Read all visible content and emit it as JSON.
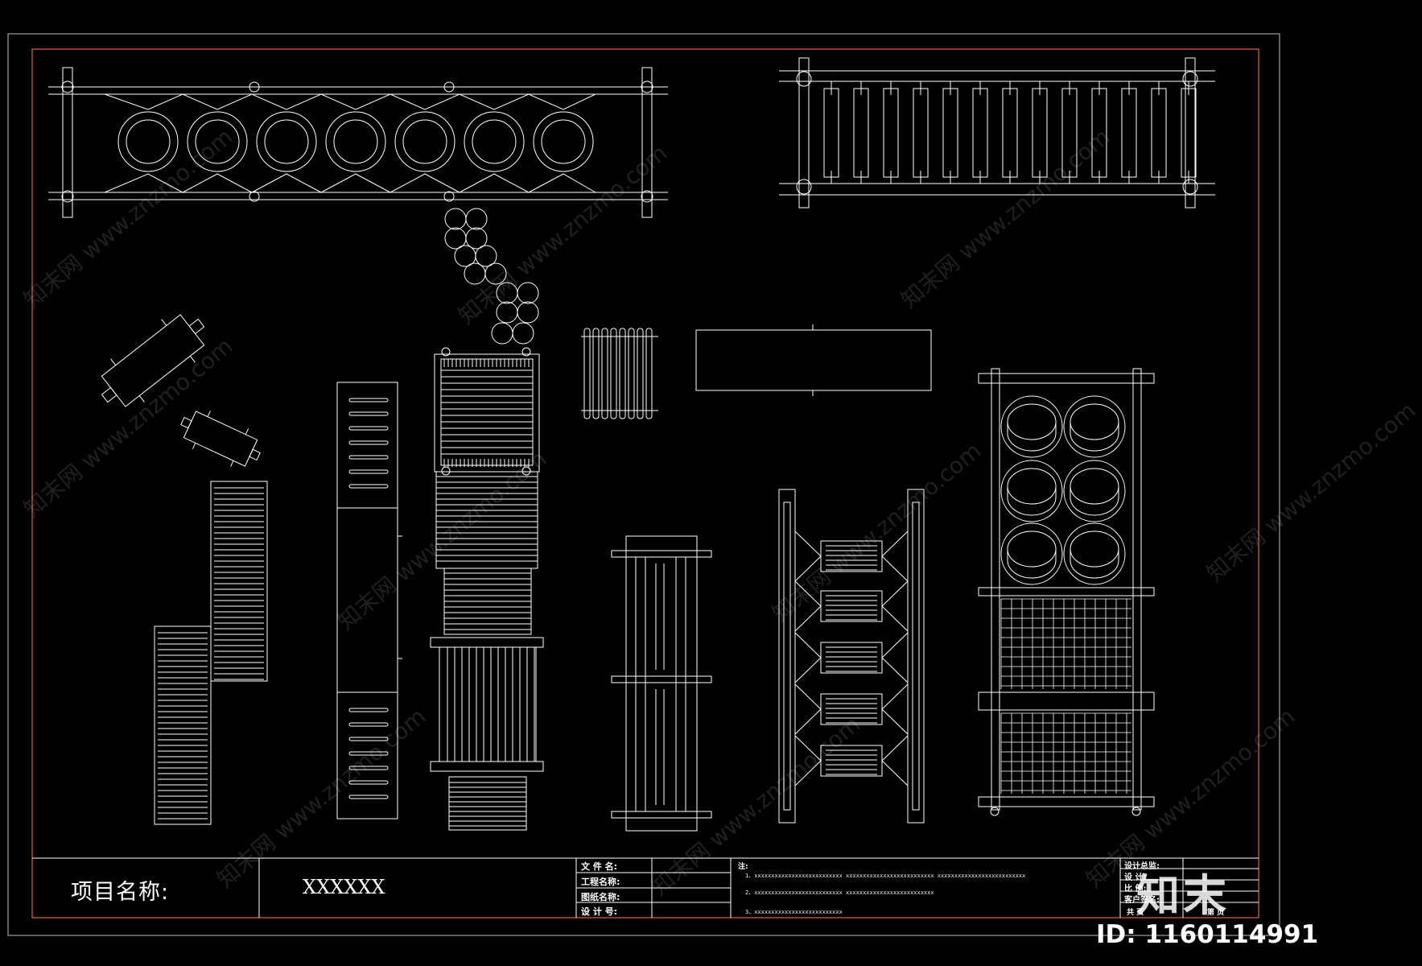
{
  "title_block": {
    "project_label": "项目名称:",
    "project_value": "XXXXXX",
    "fields": [
      "文 件 名:",
      "工程名称:",
      "图纸名称:",
      "设 计 号:"
    ],
    "notes_head": "注:",
    "notes": [
      "1、xxxxxxxxxxxxxxxxxxxxxxxxxx    xxxxxxxxxxxxxxxxxxxxxxxxxx    xxxxxxxxxxxxxxxxxxxxxxxxxx",
      "2、xxxxxxxxxxxxxxxxxxxxxxxxxx    xxxxxxxxxxxxxxxxxxxxxxxxxx",
      "3、xxxxxxxxxxxxxxxxxxxxxxxxxx"
    ],
    "sign_rows": [
      "设计总监:",
      "设    计:",
      "比    例:",
      "客户签名:"
    ],
    "sheet_total": "共    页",
    "sheet_no": "第    页"
  },
  "watermark": {
    "logo": "知末",
    "id": "ID: 1160114991",
    "text": "知末网 www.znzmo.com"
  },
  "colors": {
    "background": "#000000",
    "line": "#ffffff",
    "frame": "#e06050"
  }
}
